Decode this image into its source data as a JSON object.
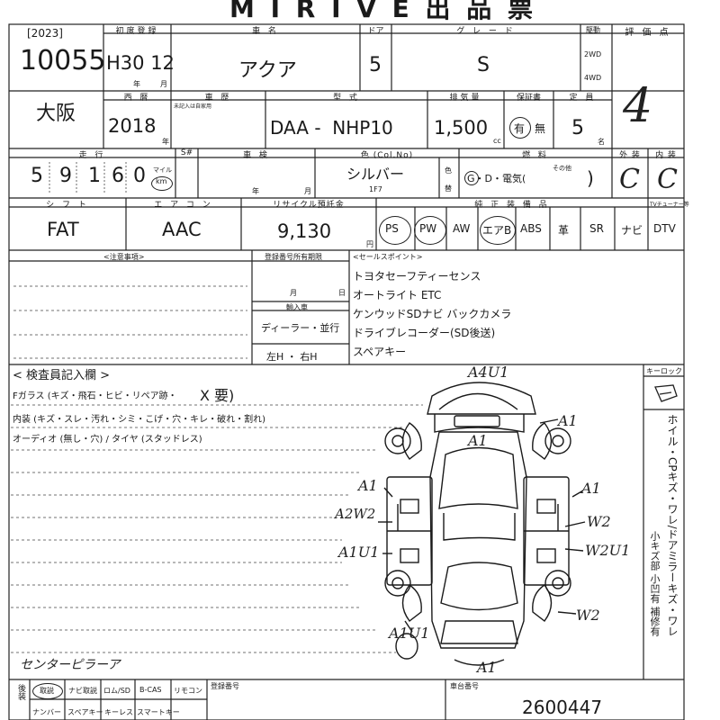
{
  "header": {
    "title": "M I R I V E 出 品 票"
  },
  "row1": {
    "year_tag": "[2023]",
    "lot_number": "10055",
    "reg_label": "初度登録",
    "reg_value": "H30 12",
    "reg_year_mark": "年",
    "reg_month_mark": "月",
    "car_name_label": "車 名",
    "car_name": "アクア",
    "door_label": "ドア",
    "door": "5",
    "grade_label": "グ レ ー ド",
    "grade": "S",
    "drive_label": "駆動",
    "drive_2wd": "2WD",
    "drive_4wd": "4WD",
    "rating_label": "評 価 点",
    "rating": "4"
  },
  "row2": {
    "region": "大阪",
    "western_label": "西 暦",
    "western_year": "2018",
    "year_mark": "年",
    "history_label": "車 歴",
    "history_note": "未記入は自家用",
    "model_label": "型 式",
    "model": "DAA -  NHP10",
    "displacement_label": "排気量",
    "displacement": "1,500",
    "cc": "cc",
    "warranty_label": "保証書",
    "warranty_yes": "有",
    "warranty_no": "無",
    "capacity_label": "定 員",
    "capacity": "5",
    "capacity_unit": "名"
  },
  "row3": {
    "mileage_label": "走 行",
    "mileage_digits": [
      "5",
      "9",
      "1",
      "6",
      "0"
    ],
    "mile_unit": "マイル",
    "km_unit": "km",
    "s_label": "S#",
    "inspection_label": "車 検",
    "inspection_year": "年",
    "inspection_month": "月",
    "color_label": "色 (Col.No)",
    "color": "シルバー",
    "color_code": "1F7",
    "color_change": "色替",
    "fuel_label": "燃 料",
    "fuel_options": "G・D・電気(",
    "fuel_other": "その他",
    "fuel_close": ")",
    "exterior_label": "外 装",
    "interior_label": "内 装",
    "exterior": "C",
    "interior": "C"
  },
  "row4": {
    "shift_label": "シ フ ト",
    "shift": "FAT",
    "aircon_label": "エ ア コ ン",
    "aircon": "AAC",
    "recycle_label": "リサイクル預託金",
    "recycle": "9,130",
    "yen": "円",
    "equipment_label": "純 正 装 備 品",
    "tuner_label": "TVチューナー等",
    "equipment": [
      "PS",
      "PW",
      "AW",
      "エアB",
      "ABS",
      "革",
      "SR",
      "ナビ",
      "DTV"
    ]
  },
  "notes": {
    "caution_label": "<注意事項>",
    "dealer_label": "登録番号所有期限",
    "month": "月",
    "day": "日",
    "import_label": "輸入車",
    "import_type": "ディーラー・並行",
    "steering": "左H ・ 右H",
    "sales_label": "<セールスポイント>",
    "sales_points": [
      "トヨタセーフティーセンス",
      "オートライト ETC",
      "ケンウッドSDナビ バックカメラ",
      "ドライブレコーダー(SD後送)",
      "スペアキー"
    ]
  },
  "inspection": {
    "title": "< 検査員記入欄 >",
    "line1": "Fガラス (キズ・飛石・ヒビ・リペア跡・",
    "line1_mark": "X 要)",
    "line2": "内装 (キズ・スレ・汚れ・シミ・こげ・穴・キレ・破れ・割れ)",
    "line3": "オーディオ (無し・穴) / タイヤ (スタッドレス)",
    "handwritten_note": "センターピラーア",
    "key_lock_label": "キーロック",
    "side_text1": "ホイル・CPキズ・ワレ/ドアミラーキズ・ワレ",
    "side_text2": "小キズ部 小凹有 補修有"
  },
  "damage_marks": [
    "A4U1",
    "A1",
    "A1",
    "A1",
    "A1",
    "A2W2",
    "W2",
    "A1U1",
    "W2U1",
    "W2",
    "A1U1",
    "A1"
  ],
  "bottom": {
    "accessory_label": "後装",
    "items_row1": [
      "取説",
      "ナビ取説",
      "ロム/SD",
      "B-CAS",
      "リモコン"
    ],
    "items_row2": [
      "ナンバー",
      "スペアキー",
      "キーレス",
      "スマートキー"
    ],
    "reg_number_label": "登録番号",
    "chassis_label": "車台番号",
    "chassis_number": "2600447"
  }
}
